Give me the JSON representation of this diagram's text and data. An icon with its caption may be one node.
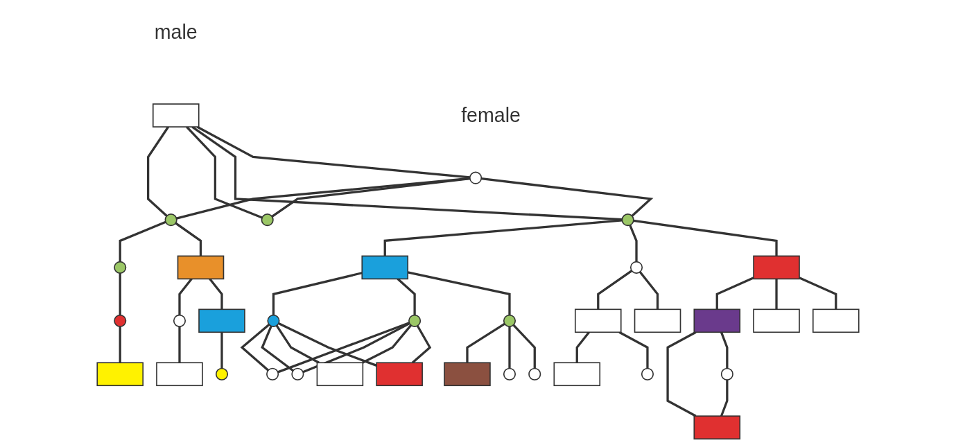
{
  "diagram": {
    "nodes": [
      {
        "text": [],
        "shape": "box",
        "beside": [
          "male"
        ]
      },
      {
        "text": [],
        "shape": "circle",
        "beside": [
          "female"
        ]
      },
      {
        "text": [],
        "shape": "circle"
      },
      {
        "text": [],
        "shape": "circle"
      },
      {
        "text": [],
        "shape": "circle"
      },
      {
        "text": [],
        "shape": "box"
      },
      {
        "text": [],
        "shape": "circle"
      },
      {
        "text": [],
        "shape": "box"
      },
      {
        "text": [],
        "shape": "box"
      },
      {
        "text": [],
        "shape": "circle"
      },
      {
        "text": [],
        "shape": "box"
      },
      {
        "text": [],
        "shape": "box"
      },
      {
        "text": [],
        "shape": "box"
      },
      {
        "text": [],
        "shape": "circle"
      },
      {
        "text": [],
        "shape": "box"
      },
      {
        "text": [],
        "shape": "box"
      },
      {
        "text": [],
        "shape": "circle"
      },
      {
        "text": [],
        "shape": "circle"
      },
      {
        "text": [],
        "shape": "circle"
      },
      {
        "text": [],
        "shape": "box"
      },
      {
        "text": [],
        "shape": "circle"
      },
      {
        "text": [],
        "shape": "circle"
      },
      {
        "text": [],
        "shape": "box"
      },
      {
        "text": [],
        "shape": "circle"
      },
      {
        "text": [],
        "shape": "box"
      },
      {
        "text": [],
        "shape": "circle"
      },
      {
        "text": [],
        "shape": "circle"
      },
      {
        "text": [],
        "shape": "box"
      },
      {
        "text": [],
        "shape": "box"
      },
      {
        "text": [],
        "shape": "box"
      },
      {
        "text": [],
        "shape": "circle"
      },
      {
        "text": [],
        "shape": "circle"
      },
      {
        "text": [],
        "shape": "circle"
      },
      {
        "text": [],
        "shape": "box"
      },
      {
        "text": [],
        "shape": "box"
      }
    ],
    "edges": [
      {
        "from": 0,
        "to": 1,
        "arrow": "none"
      },
      {
        "from": 0,
        "to": 2,
        "arrow": "none"
      },
      {
        "from": 0,
        "to": 3,
        "arrow": "none"
      },
      {
        "from": 0,
        "to": 4,
        "arrow": "none"
      },
      {
        "from": 1,
        "to": 2,
        "arrow": "none"
      },
      {
        "from": 1,
        "to": 3,
        "arrow": "none"
      },
      {
        "from": 1,
        "to": 4,
        "arrow": "none"
      },
      {
        "from": 2,
        "to": 5,
        "arrow": "none"
      },
      {
        "from": 2,
        "to": 6,
        "arrow": "none"
      },
      {
        "from": 2,
        "to": 7,
        "arrow": "none"
      },
      {
        "from": 4,
        "to": 8,
        "arrow": "none"
      },
      {
        "from": 4,
        "to": 9,
        "arrow": "none"
      },
      {
        "from": 5,
        "to": 10,
        "arrow": "none"
      },
      {
        "from": 5,
        "to": 11,
        "arrow": "none"
      },
      {
        "from": 5,
        "to": 12,
        "arrow": "none"
      },
      {
        "from": 6,
        "to": 14,
        "arrow": "none"
      },
      {
        "from": 6,
        "to": 15,
        "arrow": "none"
      },
      {
        "from": 7,
        "to": 16,
        "arrow": "none"
      },
      {
        "from": 7,
        "to": 17,
        "arrow": "none"
      },
      {
        "from": 7,
        "to": 18,
        "arrow": "none"
      },
      {
        "from": 8,
        "to": 19,
        "arrow": "none"
      },
      {
        "from": 8,
        "to": 20,
        "arrow": "none"
      },
      {
        "from": 9,
        "to": 21,
        "arrow": "none"
      },
      {
        "from": 12,
        "to": 13,
        "arrow": "none"
      },
      {
        "from": 12,
        "to": 22,
        "arrow": "none"
      },
      {
        "from": 13,
        "to": 22,
        "arrow": "none"
      },
      {
        "from": 15,
        "to": 23,
        "arrow": "none"
      },
      {
        "from": 15,
        "to": 24,
        "arrow": "none"
      },
      {
        "from": 16,
        "to": 25,
        "arrow": "none"
      },
      {
        "from": 16,
        "to": 26,
        "arrow": "none"
      },
      {
        "from": 16,
        "to": 27,
        "arrow": "none"
      },
      {
        "from": 17,
        "to": 28,
        "arrow": "none"
      },
      {
        "from": 17,
        "to": 29,
        "arrow": "none"
      },
      {
        "from": 17,
        "to": 30,
        "arrow": "none"
      },
      {
        "from": 17,
        "to": 31,
        "arrow": "none"
      },
      {
        "from": 18,
        "to": 28,
        "arrow": "none"
      },
      {
        "from": 18,
        "to": 29,
        "arrow": "none"
      },
      {
        "from": 18,
        "to": 30,
        "arrow": "none"
      },
      {
        "from": 18,
        "to": 31,
        "arrow": "none"
      },
      {
        "from": 19,
        "to": 32,
        "arrow": "none"
      },
      {
        "from": 20,
        "to": 33,
        "arrow": "none"
      },
      {
        "from": 21,
        "to": 34,
        "arrow": "none"
      }
    ]
  }
}
